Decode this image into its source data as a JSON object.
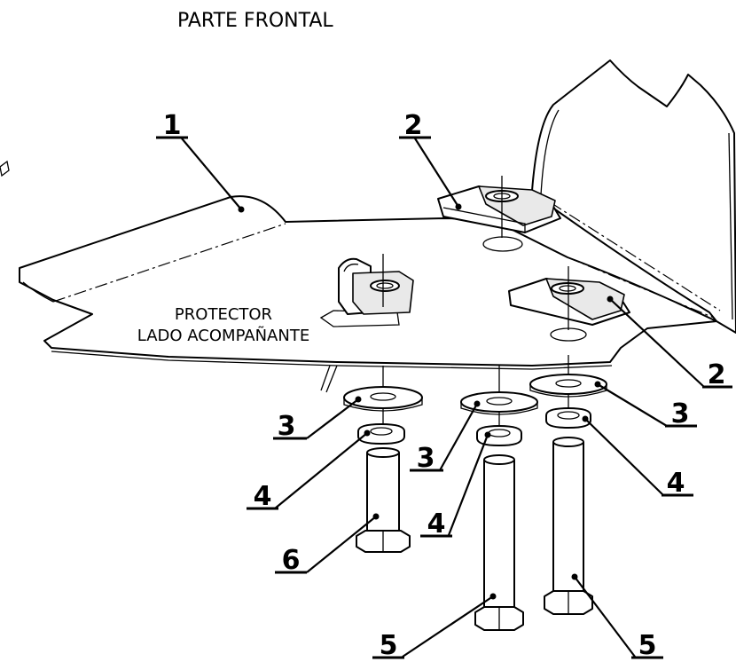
{
  "header": {
    "title": "PARTE FRONTAL"
  },
  "drawing": {
    "panel_label_line1": "PROTECTOR",
    "panel_label_line2": "LADO ACOMPAÑANTE"
  },
  "callouts": [
    "1",
    "2",
    "2",
    "3",
    "3",
    "3",
    "4",
    "4",
    "4",
    "5",
    "5",
    "6"
  ]
}
